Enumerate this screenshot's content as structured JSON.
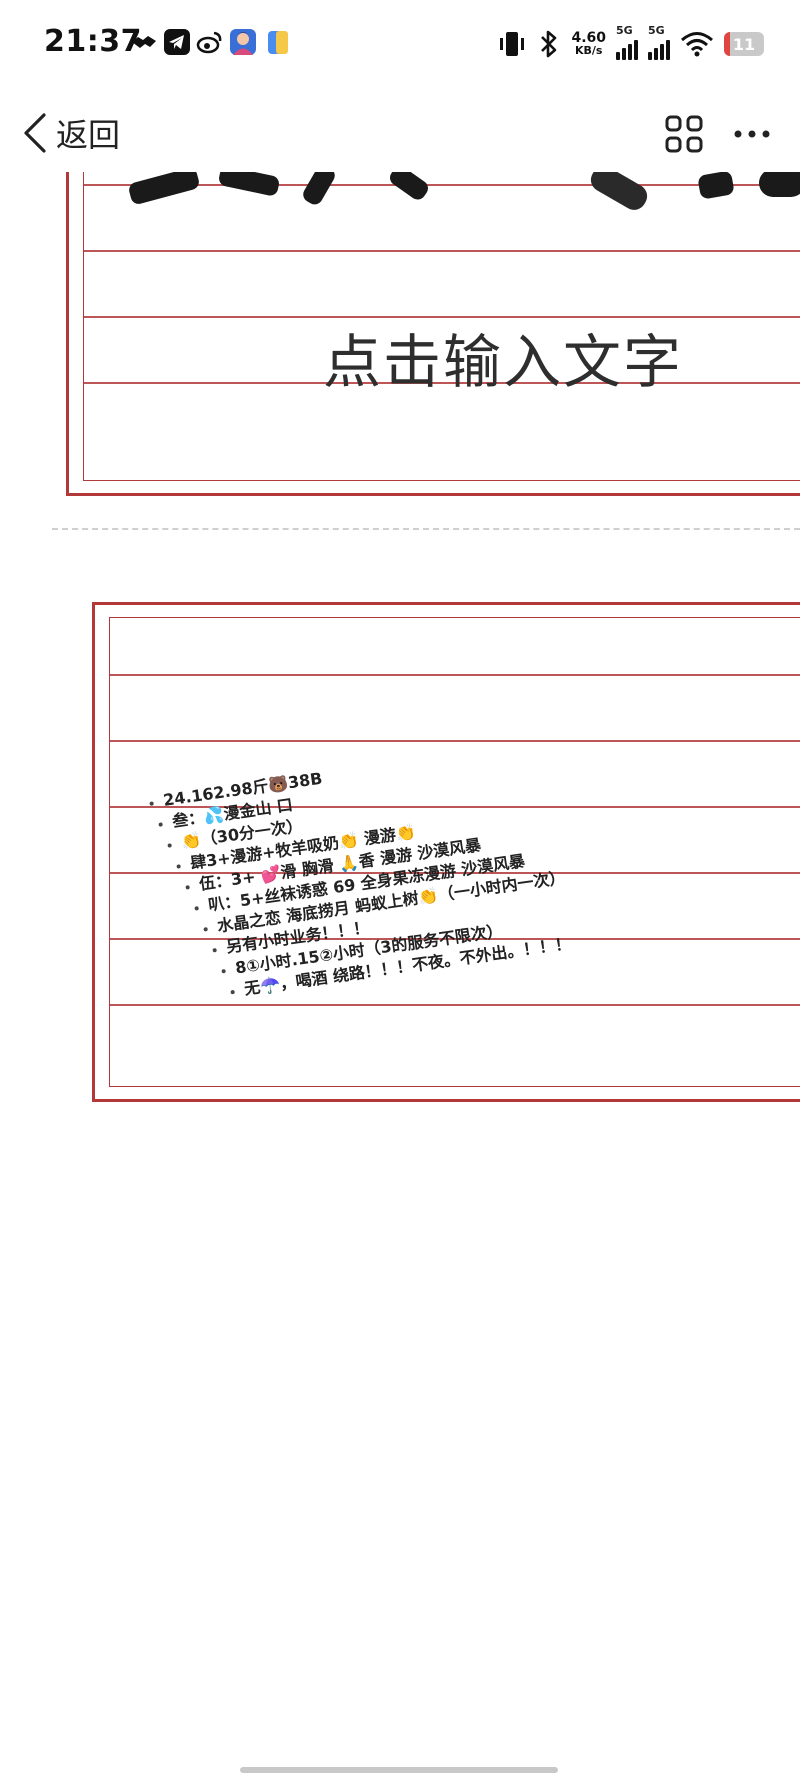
{
  "status_bar": {
    "time": "21:37",
    "net_speed_value": "4.60",
    "net_speed_unit": "KB/s",
    "signal1_label": "5G",
    "signal2_label": "5G",
    "battery_level": "11",
    "icons": [
      "handshake-icon",
      "telegram-icon",
      "weibo-icon",
      "game-app-icon",
      "files-app-icon",
      "vibrate-icon",
      "bluetooth-icon",
      "wifi-icon"
    ]
  },
  "nav": {
    "back_label": "返回"
  },
  "card1": {
    "placeholder": "点击输入文字"
  },
  "card2": {
    "lines": [
      "24.162.98斤🐻38B",
      "叁：💦漫金山  口",
      "👏（30分一次）",
      "肆3+漫游+牧羊吸奶👏 漫游👏",
      "伍：3+ 💕滑 胸滑 🙏香 漫游 沙漠风暴",
      "叭：5+丝袜诱惑 69 全身果冻漫游 沙漠风暴",
      "水晶之恋 海底捞月 蚂蚁上树👏（一小时内一次）",
      "另有小时业务！！！",
      "8①小时.15②小时（3的服务不限次）",
      "无☂️，喝酒 绕路！！！不夜。不外出。！！！"
    ]
  },
  "colors": {
    "frame_red": "#b2383a",
    "background": "#ffffff",
    "battery_low": "#e0463f"
  }
}
